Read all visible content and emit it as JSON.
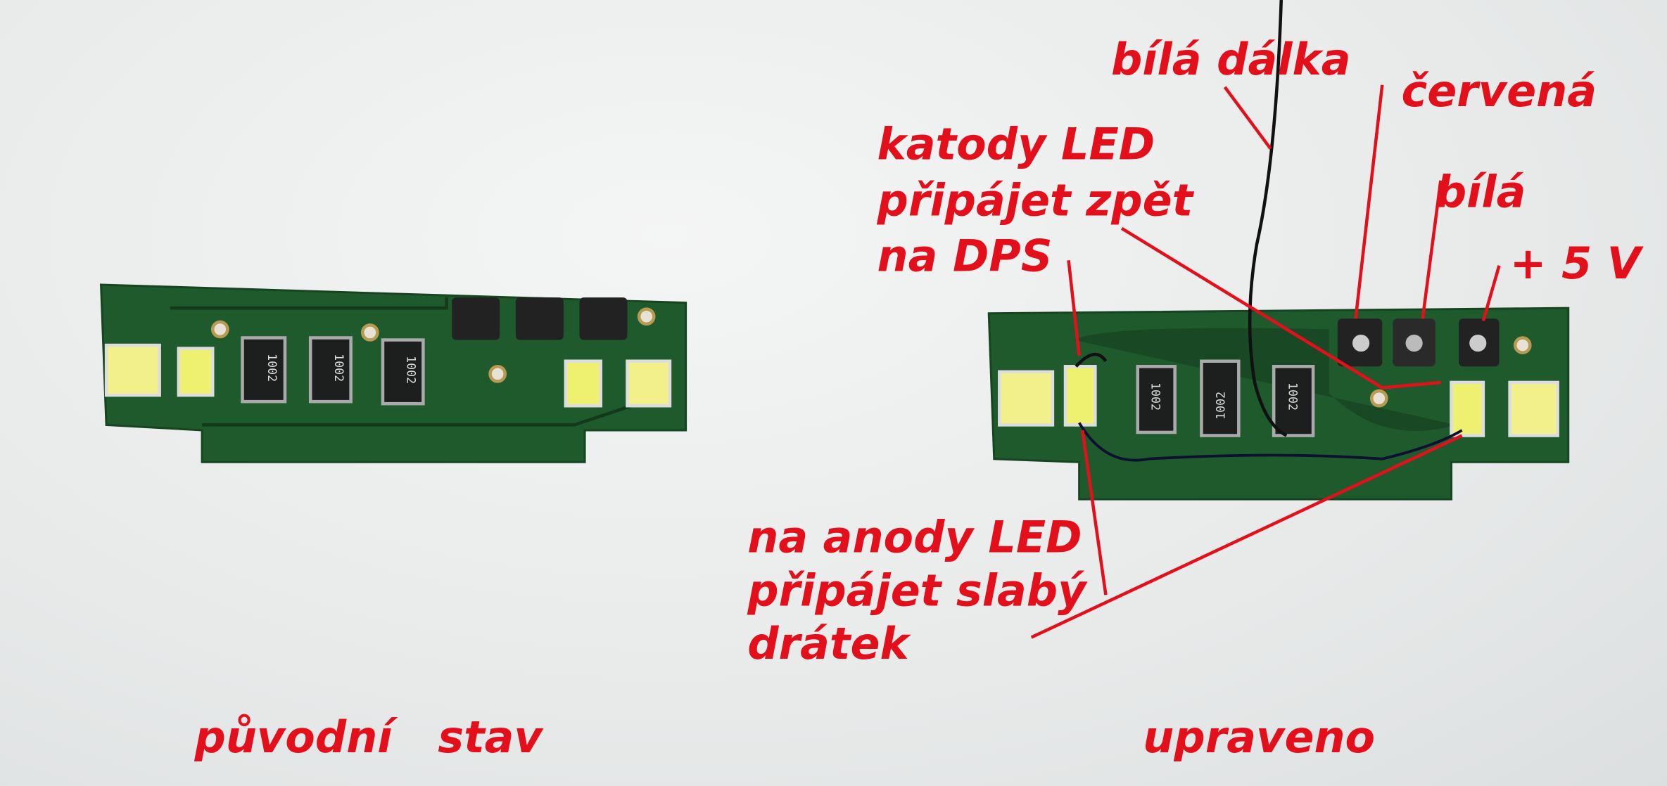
{
  "colors": {
    "annotation": "#e3101c",
    "pcb": "#1f5a2c",
    "led": "#f2f08a",
    "resistor": "#1d1f1e"
  },
  "annotations": {
    "bila_dalka": "bílá dálka",
    "cervena": "červená",
    "katody": [
      "katody LED",
      "připájet zpět",
      "na DPS"
    ],
    "bila": "bílá",
    "plus5v": "+ 5 V",
    "anody": [
      "na anody LED",
      "připájet slabý",
      "drátek"
    ]
  },
  "captions": {
    "original": "původní   stav",
    "modified": "upraveno"
  },
  "resistor_marking": "1002"
}
